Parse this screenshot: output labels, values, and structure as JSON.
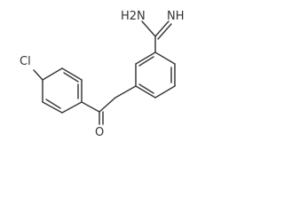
{
  "molecule": {
    "atoms": {
      "amine_nitrogen": "H2N",
      "imine_nitrogen": "NH",
      "chlorine": "Cl",
      "carbonyl_oxygen": "O"
    }
  },
  "colors": {
    "bond": "#3a3a3a",
    "label": "#333333",
    "background": "#ffffff"
  }
}
